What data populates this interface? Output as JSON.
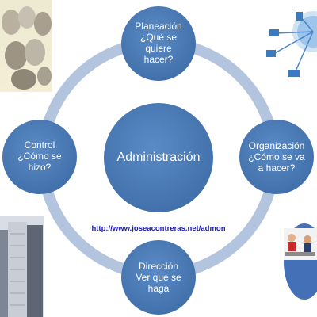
{
  "center": {
    "label": "Administración"
  },
  "nodes": {
    "planeacion": {
      "lines": [
        "Planeación",
        "¿Qué se",
        "quiere",
        "hacer?"
      ]
    },
    "organizacion": {
      "lines": [
        "Organización",
        "¿Cómo se va",
        "a hacer?"
      ]
    },
    "direccion": {
      "lines": [
        "Dirección",
        "Ver que se",
        "haga"
      ]
    },
    "control": {
      "lines": [
        "Control",
        "¿Cómo se",
        "hizo?"
      ]
    }
  },
  "url": "http://www.joseacontreras.net/admon",
  "images": {
    "philosophers": "philosophers-busts-image",
    "network": "network-globe-image",
    "buildings": "office-buildings-image",
    "office": "office-workers-image"
  },
  "colors": {
    "node_fill": "#4f81bd",
    "node_fill_dark": "#3d6aa3",
    "ring": "#a9bdd9",
    "url": "#1a1aa8"
  }
}
